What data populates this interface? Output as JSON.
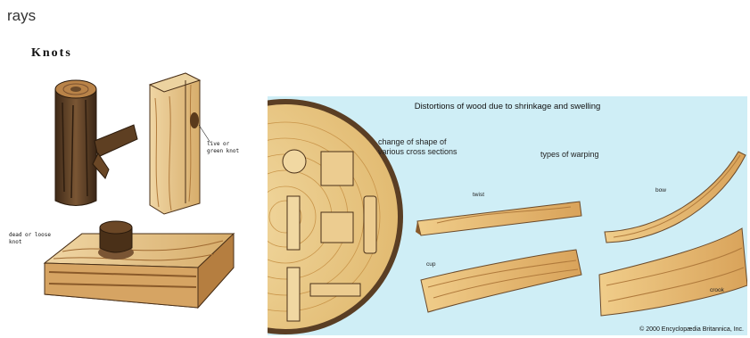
{
  "heading": "rays",
  "knots": {
    "title": "Knots",
    "label_right_top": "live or",
    "label_right_bottom": "green knot",
    "label_left_top": "dead or loose",
    "label_left_bottom": "knot"
  },
  "warping": {
    "title": "Distortions of wood due to shrinkage and swelling",
    "cross_sections_line1": "change of shape of",
    "cross_sections_line2": "various cross sections",
    "types_heading": "types of warping",
    "twist_label": "twist",
    "bow_label": "bow",
    "cup_label": "cup",
    "crook_label": "crook",
    "copyright": "© 2000 Encyclopædia Britannica, Inc."
  },
  "colors": {
    "panel_bg": "#cfeef6",
    "wood_light": "#e9c98a",
    "wood_mid": "#c9954a",
    "wood_dark": "#6b4a2a",
    "bark": "#5a3e24"
  }
}
